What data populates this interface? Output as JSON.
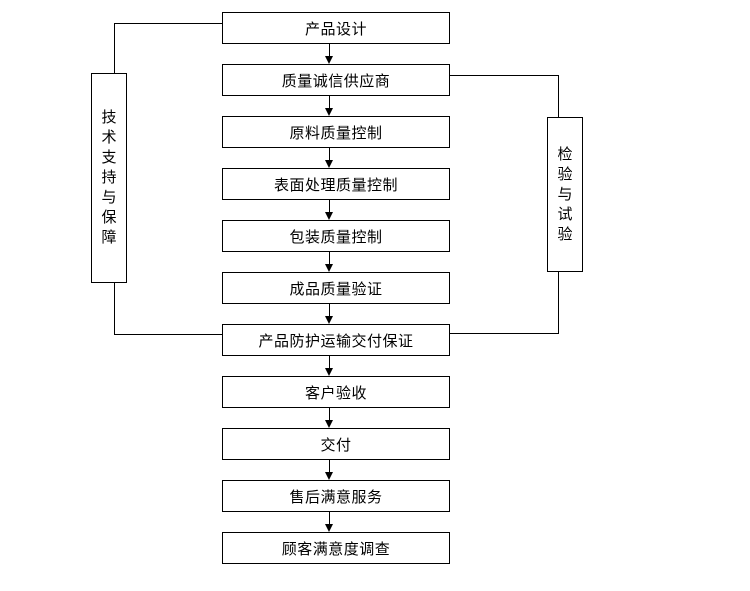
{
  "diagram": {
    "background_color": "#ffffff",
    "line_color": "#000000",
    "nodes": [
      {
        "id": "product-design",
        "label": "产品设计"
      },
      {
        "id": "quality-integrity-supplier",
        "label": "质量诚信供应商"
      },
      {
        "id": "raw-material-quality-control",
        "label": "原料质量控制"
      },
      {
        "id": "surface-treatment-quality-control",
        "label": "表面处理质量控制"
      },
      {
        "id": "packaging-quality-control",
        "label": "包装质量控制"
      },
      {
        "id": "finished-product-quality-verification",
        "label": "成品质量验证"
      },
      {
        "id": "product-protection-transport-delivery-guarantee",
        "label": "产品防护运输交付保证"
      },
      {
        "id": "customer-acceptance",
        "label": "客户验收"
      },
      {
        "id": "delivery",
        "label": "交付"
      },
      {
        "id": "after-sales-satisfaction-service",
        "label": "售后满意服务"
      },
      {
        "id": "customer-satisfaction-survey",
        "label": "顾客满意度调查"
      }
    ],
    "edges": [
      {
        "from": "product-design",
        "to": "quality-integrity-supplier",
        "style": "arrow-down"
      },
      {
        "from": "quality-integrity-supplier",
        "to": "raw-material-quality-control",
        "style": "arrow-down"
      },
      {
        "from": "raw-material-quality-control",
        "to": "surface-treatment-quality-control",
        "style": "arrow-down"
      },
      {
        "from": "surface-treatment-quality-control",
        "to": "packaging-quality-control",
        "style": "arrow-down"
      },
      {
        "from": "packaging-quality-control",
        "to": "finished-product-quality-verification",
        "style": "arrow-down"
      },
      {
        "from": "finished-product-quality-verification",
        "to": "product-protection-transport-delivery-guarantee",
        "style": "arrow-down"
      },
      {
        "from": "product-protection-transport-delivery-guarantee",
        "to": "customer-acceptance",
        "style": "arrow-down"
      },
      {
        "from": "customer-acceptance",
        "to": "delivery",
        "style": "arrow-down"
      },
      {
        "from": "delivery",
        "to": "after-sales-satisfaction-service",
        "style": "arrow-down"
      },
      {
        "from": "after-sales-satisfaction-service",
        "to": "customer-satisfaction-survey",
        "style": "arrow-down"
      }
    ],
    "side_nodes": [
      {
        "id": "technical-support-and-guarantee",
        "label": "技术支持与保障",
        "side": "left",
        "connects_to": [
          "product-design",
          "product-protection-transport-delivery-guarantee"
        ],
        "connector_style": "plain-line"
      },
      {
        "id": "inspection-and-testing",
        "label": "检验与试验",
        "side": "right",
        "connects_to": [
          "quality-integrity-supplier",
          "product-protection-transport-delivery-guarantee"
        ],
        "connector_style": "plain-line"
      }
    ]
  }
}
